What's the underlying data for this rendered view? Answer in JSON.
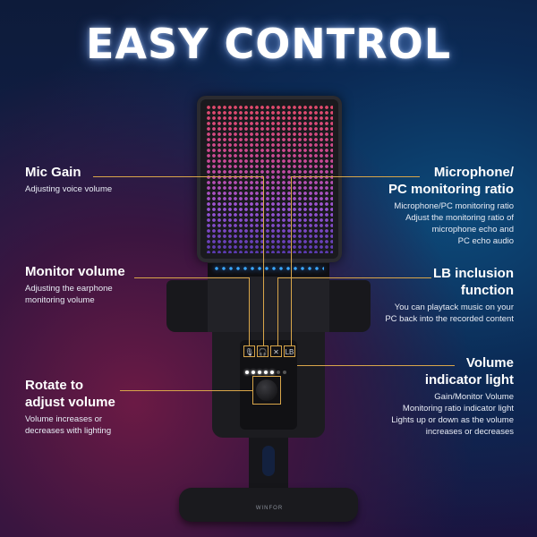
{
  "title": "EASY CONTROL",
  "features": {
    "mic_gain": {
      "heading": "Mic Gain",
      "desc": "Adjusting voice volume"
    },
    "monitor_volume": {
      "heading": "Monitor volume",
      "desc": "Adjusting the earphone monitoring volume"
    },
    "rotate": {
      "heading_1": "Rotate to",
      "heading_2": "adjust volume",
      "desc": "Volume increases or decreases with lighting"
    },
    "ratio": {
      "heading_1": "Microphone/",
      "heading_2": "PC monitoring ratio",
      "desc_1": "Microphone/PC monitoring ratio",
      "desc_2": "Adjust the monitoring ratio of",
      "desc_3": "microphone echo and",
      "desc_4": "PC echo audio"
    },
    "lb": {
      "heading_1": "LB inclusion",
      "heading_2": "function",
      "desc_1": "You can playtack music on your",
      "desc_2": "PC back into the recorded content"
    },
    "volume_light": {
      "heading_1": "Volume",
      "heading_2": "indicator light",
      "desc_1": "Gain/Monitor Volume",
      "desc_2": "Monitoring ratio indicator light",
      "desc_3": "Lights up or down as the volume",
      "desc_4": "increases or decreases"
    }
  },
  "buttons": {
    "mic": "🎙",
    "headphone": "🎧",
    "mix": "✕",
    "lb": "LB"
  },
  "indicator": {
    "lit_count": 5,
    "total": 7
  },
  "brand": "WINFOR",
  "colors": {
    "accent_line": "#d9a64a",
    "ring_light": "#3aa7ff"
  }
}
